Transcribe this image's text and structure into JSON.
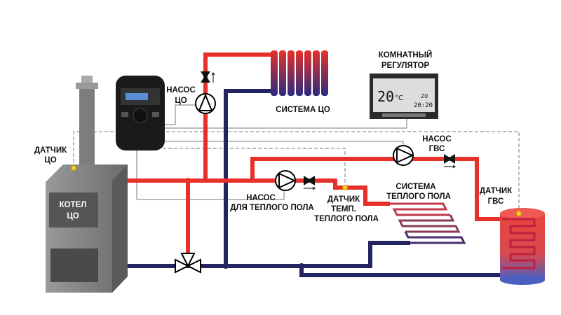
{
  "labels": {
    "sensor_co": [
      "ДАТЧИК",
      "ЦО"
    ],
    "boiler": [
      "КОТЕЛ",
      "ЦО"
    ],
    "pump_co": [
      "НАСОС",
      "ЦО"
    ],
    "system_co": "СИСТЕМА ЦО",
    "room_regulator": [
      "КОМНАТНЫЙ",
      "РЕГУЛЯТОР"
    ],
    "pump_gvs": [
      "НАСОС",
      "ГВС"
    ],
    "pump_floor": [
      "НАСОС",
      "ДЛЯ ТЕПЛОГО ПОЛА"
    ],
    "sensor_floor": [
      "ДАТЧИК",
      "ТЕМП.",
      "ТЕПЛОГО ПОЛА"
    ],
    "system_floor": [
      "СИСТЕМА",
      "ТЕПЛОГО ПОЛА"
    ],
    "sensor_gvs": [
      "ДАТЧИК",
      "ГВС"
    ]
  },
  "thermostat": {
    "temp": "20",
    "unit": "°C",
    "set": "20",
    "time": "20:20"
  },
  "colors": {
    "supply": "#e8302a",
    "return": "#23265e",
    "sensor": "#f5d020",
    "boiler": "#8a8a8a"
  }
}
